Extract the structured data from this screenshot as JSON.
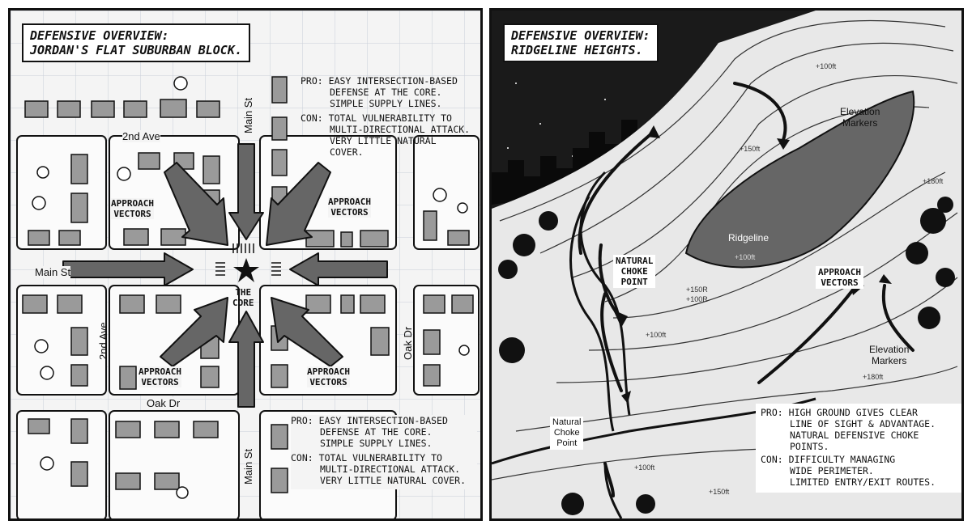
{
  "left_panel": {
    "caption": [
      "DEFENSIVE OVERVIEW:",
      "JORDAN'S FLAT SUBURBAN BLOCK."
    ],
    "top_note": {
      "pro_label": "PRO:",
      "pro_lines": [
        "EASY INTERSECTION-BASED",
        "DEFENSE AT THE CORE.",
        "SIMPLE SUPPLY LINES."
      ],
      "con_label": "CON:",
      "con_lines": [
        "TOTAL VULNERABILITY TO",
        "MULTI-DIRECTIONAL ATTACK.",
        "VERY LITTLE NATURAL",
        "COVER."
      ]
    },
    "bottom_note": {
      "pro_label": "PRO:",
      "pro_lines": [
        "EASY INTERSECTION-BASED",
        "DEFENSE AT THE CORE.",
        "SIMPLE SUPPLY LINES."
      ],
      "con_label": "CON:",
      "con_lines": [
        "TOTAL VULNERABILITY TO",
        "MULTI-DIRECTIONAL ATTACK.",
        "VERY LITTLE NATURAL COVER."
      ]
    },
    "streets": {
      "main_st_top": "Main St",
      "main_st_left": "Main St",
      "main_st_bottom": "Main St",
      "second_ave_top": "2nd Ave",
      "second_ave_left": "2nd Ave",
      "oak_dr_bottom": "Oak Dr",
      "oak_dr_right": "Oak Dr"
    },
    "vectors": {
      "top_left": [
        "APPROACH",
        "VECTORS"
      ],
      "top_right": [
        "APPROACH",
        "VECTORS"
      ],
      "bottom_left": [
        "APPROACH",
        "VECTORS"
      ],
      "bottom_right": [
        "APPROACH",
        "VECTORS"
      ]
    },
    "core": [
      "THE",
      "CORE"
    ]
  },
  "right_panel": {
    "caption": [
      "DEFENSIVE OVERVIEW:",
      "RIDGELINE HEIGHTS."
    ],
    "labels": {
      "ridgeline": "Ridgeline",
      "elevation_markers_top": [
        "Elevation",
        "Markers"
      ],
      "elevation_markers_bottom": [
        "Elevation",
        "Markers"
      ],
      "natural_choke_point_bold": [
        "NATURAL",
        "CHOKE",
        "POINT"
      ],
      "natural_choke_point_small": [
        "Natural",
        "Choke",
        "Point"
      ],
      "approach_vectors": [
        "APPROACH",
        "VECTORS"
      ]
    },
    "elevations": [
      "+100ft",
      "+150ft",
      "+180ft",
      "+100ft",
      "+150R",
      "+100R",
      "+100ft",
      "+180ft",
      "+100ft",
      "+150ft"
    ],
    "note": {
      "pro_label": "PRO:",
      "pro_lines": [
        "HIGH GROUND GIVES CLEAR",
        "LINE OF SIGHT & ADVANTAGE.",
        "NATURAL DEFENSIVE CHOKE",
        "POINTS."
      ],
      "con_label": "CON:",
      "con_lines": [
        "DIFFICULTY MANAGING",
        "WIDE PERIMETER.",
        "LIMITED ENTRY/EXIT ROUTES."
      ]
    }
  }
}
